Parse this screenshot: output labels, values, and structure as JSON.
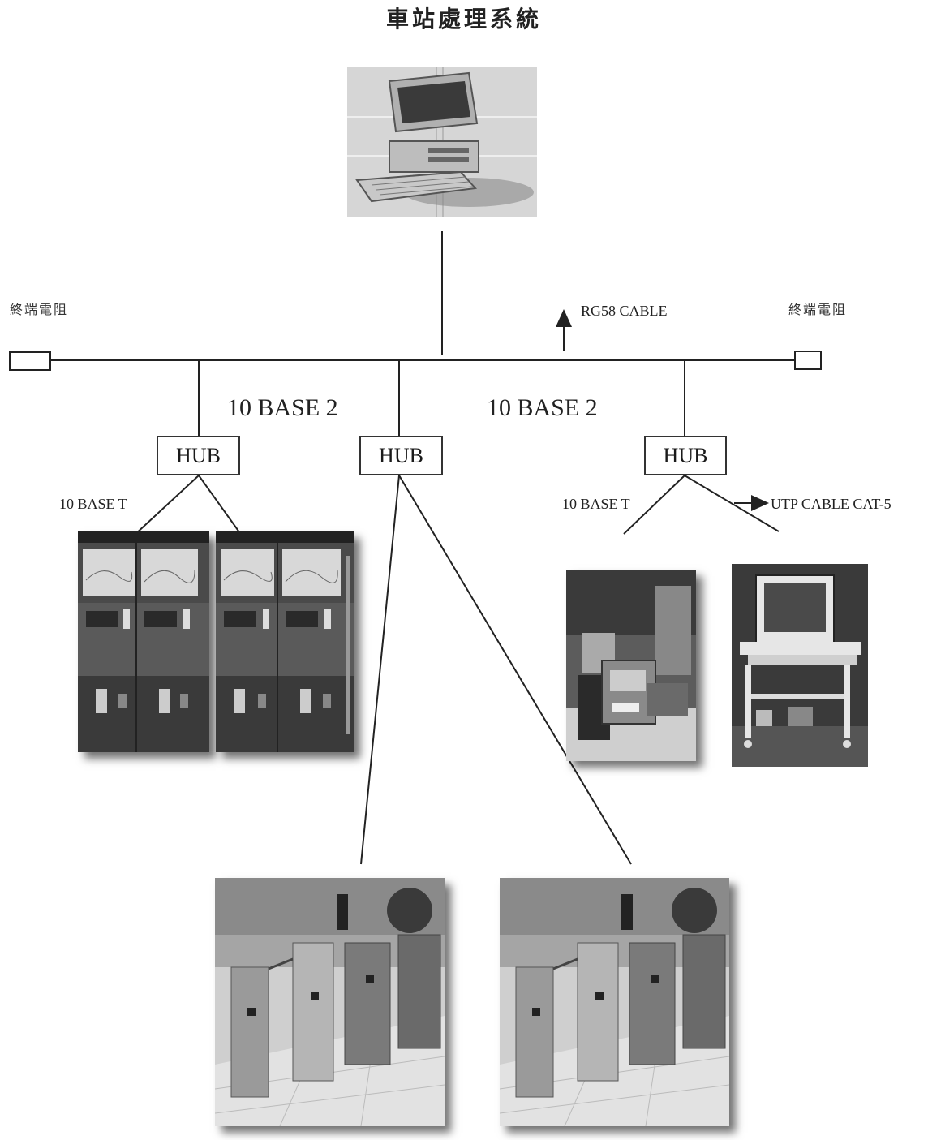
{
  "title": "車站處理系統",
  "terminator_left": "終端電阻",
  "terminator_right": "終端電阻",
  "rg58_label": "RG58 CABLE",
  "segment_labels": [
    "10 BASE 2",
    "10 BASE 2"
  ],
  "hubs": [
    "HUB",
    "HUB",
    "HUB"
  ],
  "base_t_labels": [
    "10 BASE T",
    "10 BASE T"
  ],
  "utp_label": "UTP CABLE CAT-5",
  "icons": {
    "server": "desktop-computer-icon",
    "ticket_machines": "ticket-vending-machine-image",
    "gates": "fare-gate-image",
    "workstation": "workstation-image",
    "terminal": "computer-terminal-image"
  }
}
